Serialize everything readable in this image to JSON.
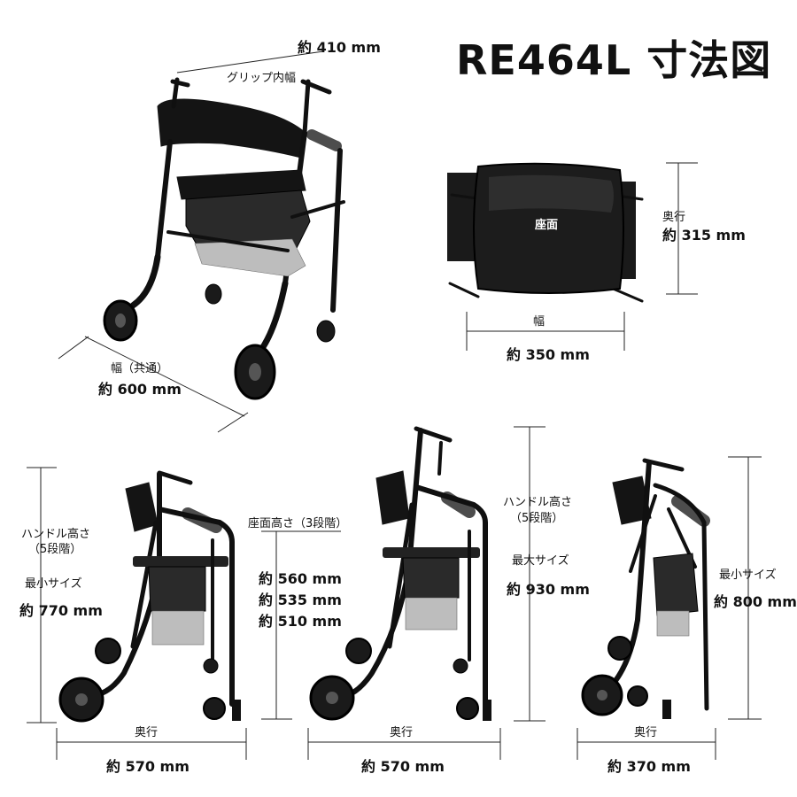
{
  "title": "RE464L  寸法図",
  "top_view": {
    "grip_width_label": "グリップ内幅",
    "grip_width_value": "約 410 mm",
    "width_label": "幅（共通）",
    "width_value": "約 600 mm"
  },
  "seat_view": {
    "seat_label": "座面",
    "depth_label": "奥行",
    "depth_value": "約 315 mm",
    "width_label": "幅",
    "width_value": "約 350 mm"
  },
  "side_min": {
    "handle_label_1": "ハンドル高さ",
    "handle_label_2": "（5段階）",
    "size_label": "最小サイズ",
    "size_value": "約 770 mm",
    "seat_height_label": "座面高さ（3段階）",
    "seat_heights": [
      "約 560 mm",
      "約 535 mm",
      "約 510 mm"
    ],
    "depth_label": "奥行",
    "depth_value": "約 570 mm"
  },
  "side_max": {
    "handle_label_1": "ハンドル高さ",
    "handle_label_2": "（5段階）",
    "size_label": "最大サイズ",
    "size_value": "約 930 mm",
    "depth_label": "奥行",
    "depth_value": "約 570 mm"
  },
  "folded": {
    "size_label": "最小サイズ",
    "size_value": "約 800 mm",
    "depth_label": "奥行",
    "depth_value": "約 370 mm"
  }
}
